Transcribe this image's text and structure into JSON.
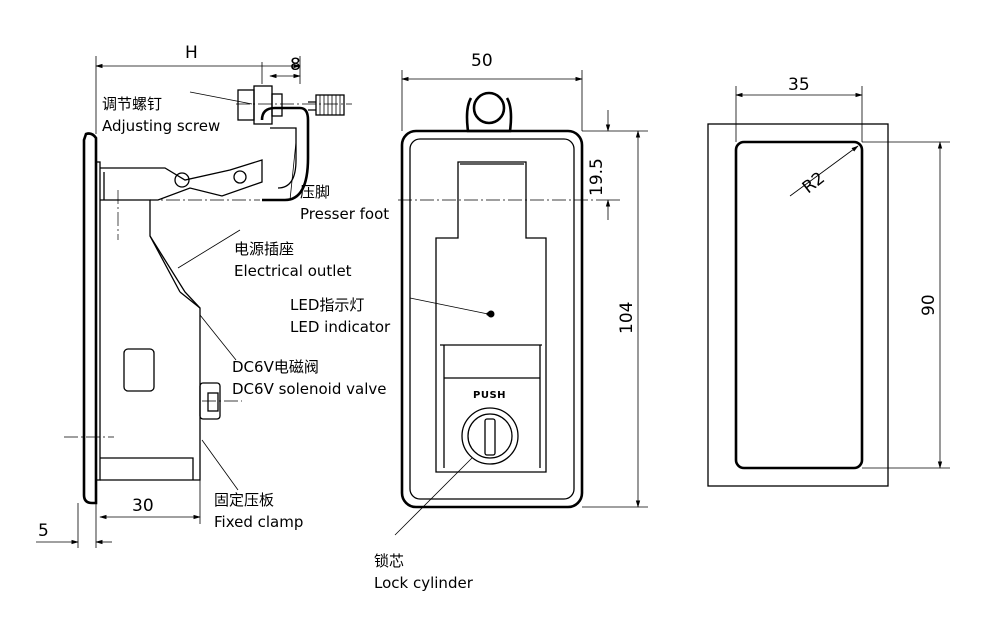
{
  "dimensions": {
    "h": "H",
    "screw_offset": "8",
    "plate_thickness": "5",
    "body_depth": "30",
    "front_width": "50",
    "top_offset": "19.5",
    "front_height": "104",
    "cutout_width": "35",
    "cutout_height": "90",
    "corner_radius": "R2"
  },
  "callouts": [
    {
      "cn": "调节螺钉",
      "en": "Adjusting screw"
    },
    {
      "cn": "压脚",
      "en": "Presser foot"
    },
    {
      "cn": "电源插座",
      "en": "Electrical outlet"
    },
    {
      "cn": "LED指示灯",
      "en": "LED indicator"
    },
    {
      "cn": "DC6V电磁阀",
      "en": "DC6V solenoid valve"
    },
    {
      "cn": "固定压板",
      "en": "Fixed clamp"
    },
    {
      "cn": "锁芯",
      "en": "Lock cylinder"
    }
  ],
  "push_label": "PUSH"
}
